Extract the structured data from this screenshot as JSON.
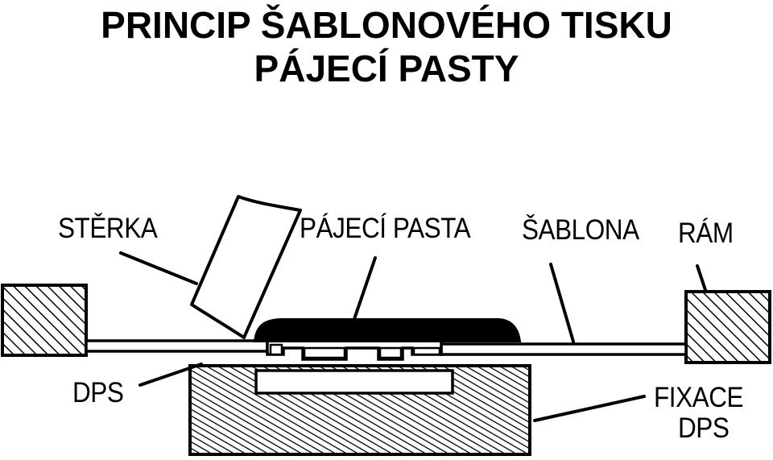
{
  "title": {
    "line1": "PRINCIP ŠABLONOVÉHO TISKU",
    "line2": "PÁJECÍ PASTY"
  },
  "labels": {
    "sterka": "STĚRKA",
    "pajeci_pasta": "PÁJECÍ PASTA",
    "sablona": "ŠABLONA",
    "ram": "RÁM",
    "dps": "DPS",
    "fixace_dps_line1": "FIXACE",
    "fixace_dps_line2": "DPS"
  },
  "colors": {
    "ink": "#000000",
    "paper": "#ffffff"
  }
}
